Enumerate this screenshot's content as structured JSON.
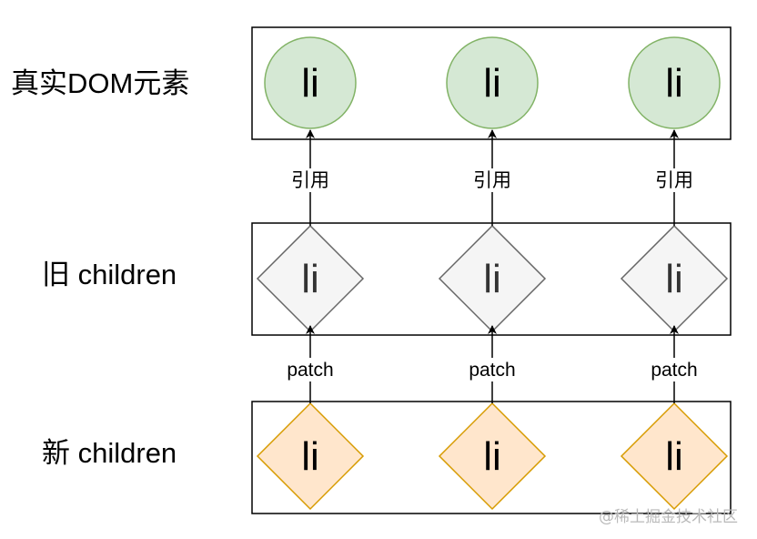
{
  "rows": [
    {
      "id": "real",
      "label": "真实DOM元素",
      "shape": "circle",
      "fill": "#d5e8d4",
      "stroke": "#82b366",
      "text_color": "#000000"
    },
    {
      "id": "old",
      "label": "旧 children",
      "shape": "diamond",
      "fill": "#f5f5f5",
      "stroke": "#666666",
      "text_color": "#333333"
    },
    {
      "id": "new",
      "label": "新 children",
      "shape": "diamond",
      "fill": "#ffe6cc",
      "stroke": "#d79b00",
      "text_color": "#000000"
    }
  ],
  "node_text": "li",
  "edge_labels": {
    "old_to_real": "引用",
    "new_to_old": "patch"
  },
  "columns": 3,
  "watermark": "@稀土掘金技术社区",
  "colors": {
    "box_border": "#000000",
    "arrow": "#000000",
    "background": "#ffffff"
  }
}
